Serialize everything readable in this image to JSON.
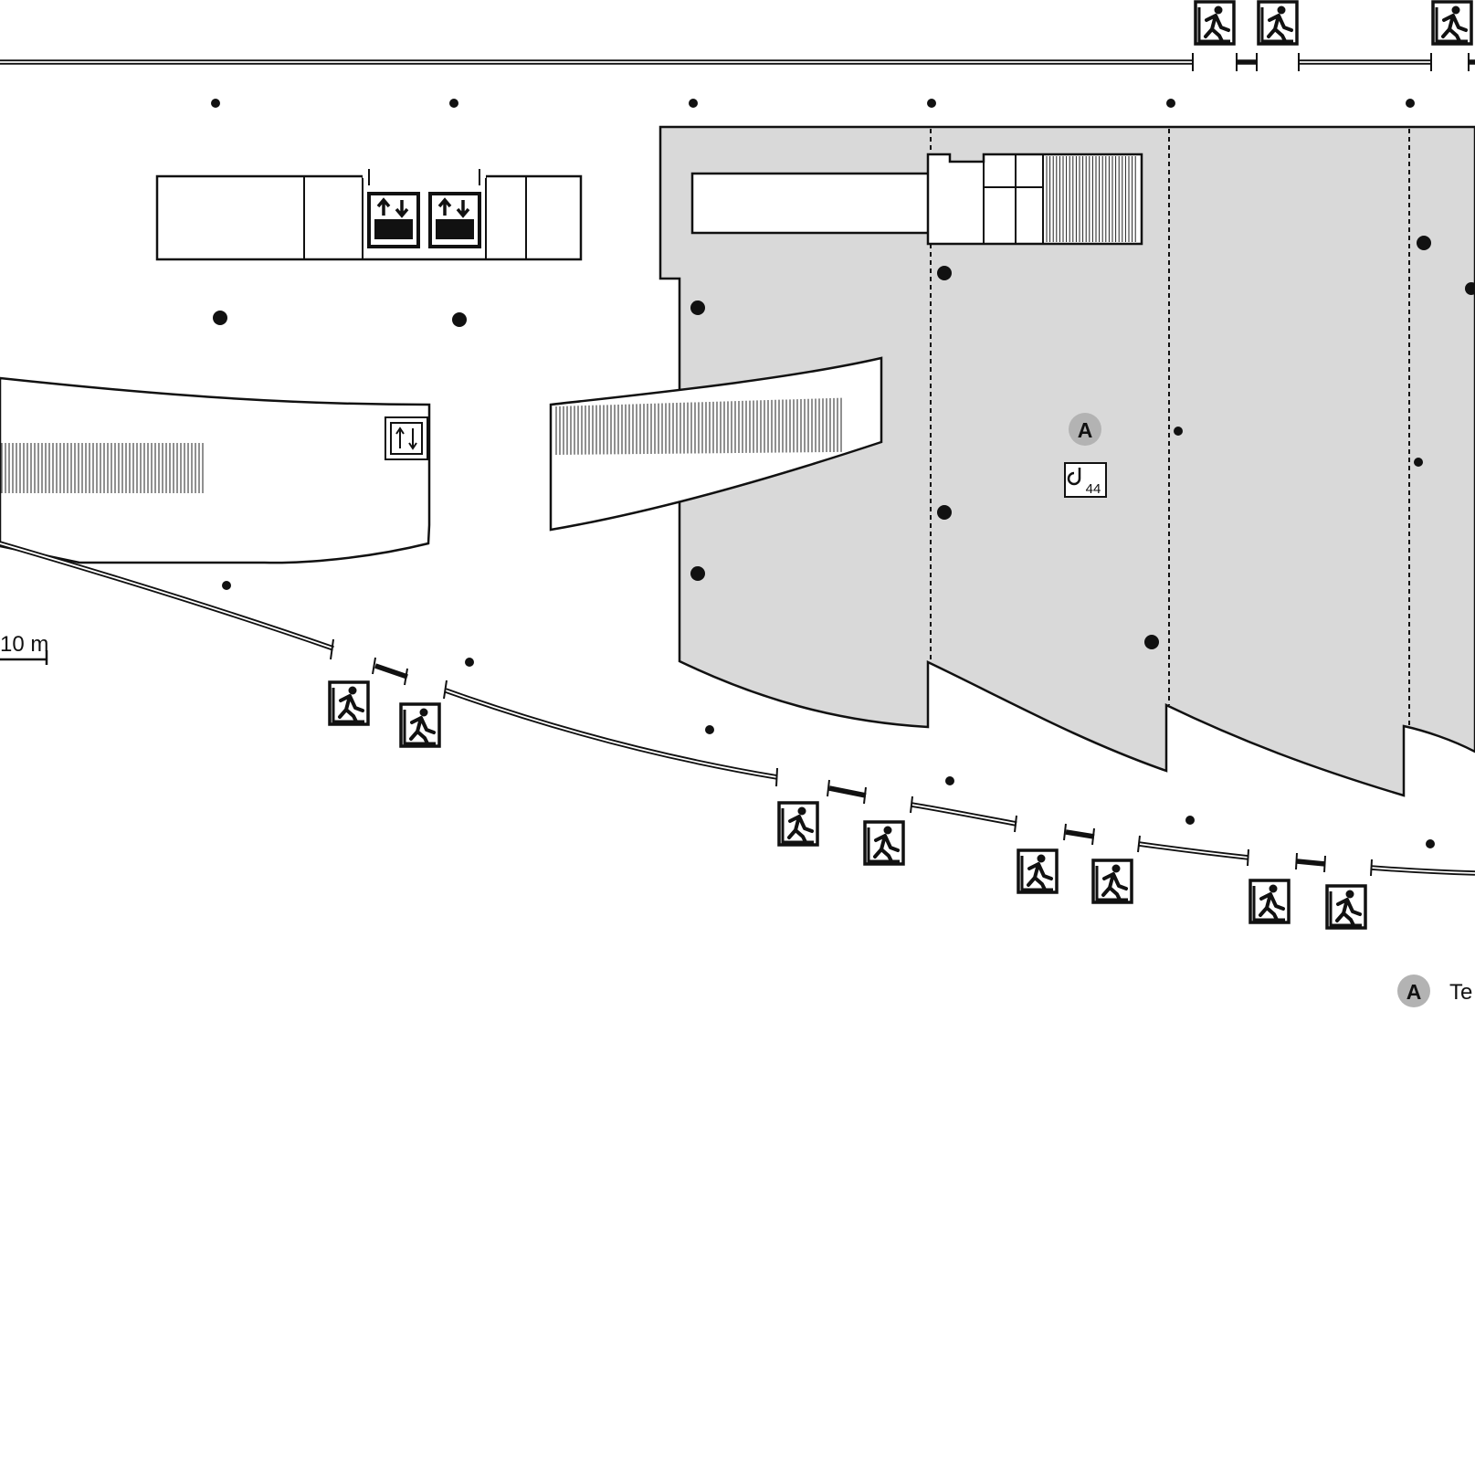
{
  "scale_bar": {
    "label": "10 m"
  },
  "zone_marker": {
    "letter": "A"
  },
  "hook_sign": {
    "capacity": "44"
  },
  "legend": {
    "letter": "A",
    "text": "Te"
  },
  "icons": {
    "exit": "emergency-exit-running-man-icon",
    "lift": "lift-up-down-arrows-icon",
    "freight_lift": "freight-lift-icon",
    "crane_hook": "crane-hook-icon"
  },
  "colors": {
    "zone_fill": "#d9d9d9",
    "marker_fill": "#b3b3b3",
    "ink": "#111111"
  }
}
